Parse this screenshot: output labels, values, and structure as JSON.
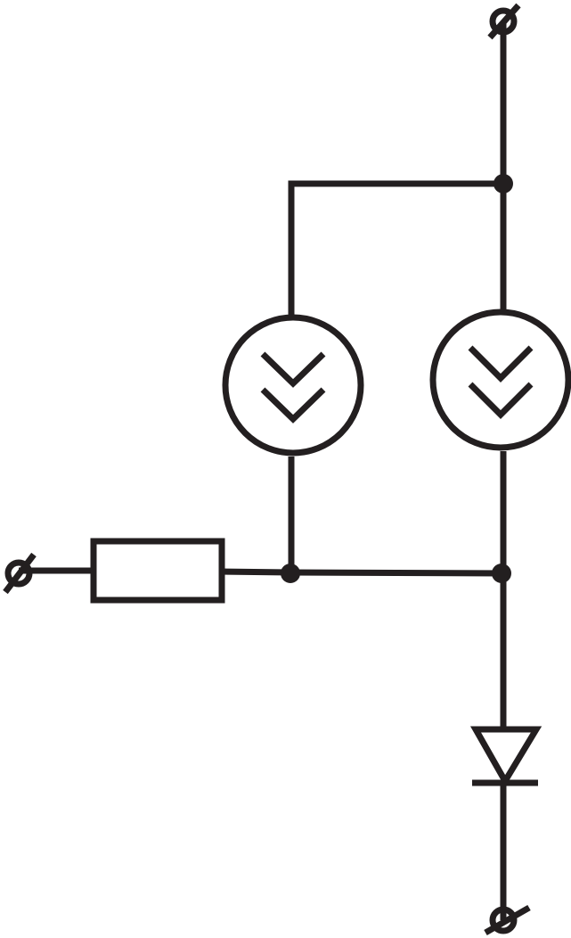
{
  "diagram": {
    "colors": {
      "stroke": "#231f20",
      "background": "#ffffff"
    },
    "components": {
      "terminals": [
        "terminal-top",
        "terminal-left",
        "terminal-bottom"
      ],
      "junctions": [
        "junction-top-right",
        "junction-mid-left",
        "junction-mid-right"
      ],
      "current_sources": [
        "current-source-left",
        "current-source-right"
      ],
      "resistor": "resistor",
      "diode": "diode"
    }
  }
}
